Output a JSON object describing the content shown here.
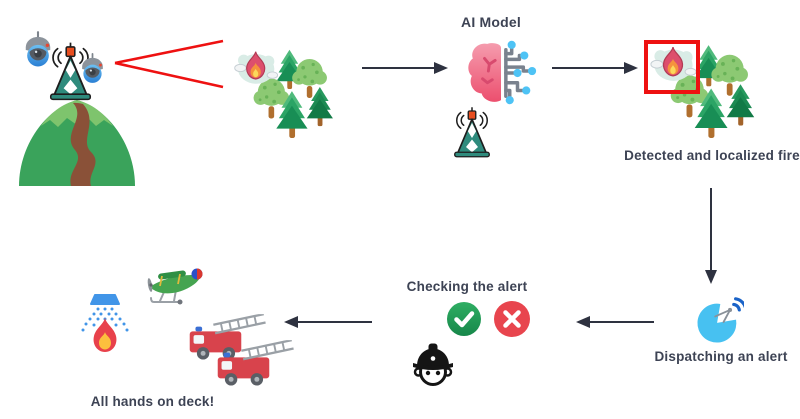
{
  "diagram": {
    "labels": {
      "ai_model": "AI Model",
      "detected": "Detected and localized fire",
      "dispatching": "Dispatching an alert",
      "checking": "Checking the alert",
      "all_hands": "All hands on deck!"
    }
  },
  "colors": {
    "text": "#3d4354",
    "arrow": "#2e3240",
    "detection_red": "#ee1111",
    "approve_green": "#27a053",
    "reject_red": "#e8454e",
    "dish_blue": "#47c1f1",
    "signal_blue": "#1a63c8",
    "brain_pink": "#ec4f6e",
    "circuit_gray": "#7a828e",
    "node_blue": "#4ec3f5",
    "tower_teal": "#2f8b7d",
    "hill_green": "#3aa35b",
    "tree_green": "#2ba465",
    "flame_pink": "#dd4f6d",
    "truck_red": "#d8434c"
  },
  "icons": {
    "camera-tower-icon": "surveillance cameras and radio tower on a green hill",
    "field-of-view-lines": "red camera sight lines",
    "forest-fire-icon": "forest with flame and smoke cloud",
    "arrow-icon": "black flow arrow",
    "brain-circuit-icon": "half brain, half circuit board",
    "radio-tower-icon": "lattice transmission tower",
    "detection-box": "red bounding box around detected fire",
    "satellite-dish-icon": "dish broadcasting an alert signal",
    "check-icon": "green circle with white checkmark",
    "cross-icon": "red circle with white X",
    "firefighter-icon": "firefighter head with helmet",
    "fire-plane-icon": "green firefighting biplane",
    "sprinkler-fire-icon": "water spray extinguishing a flame",
    "fire-truck-icon": "red fire engine with ladder"
  }
}
